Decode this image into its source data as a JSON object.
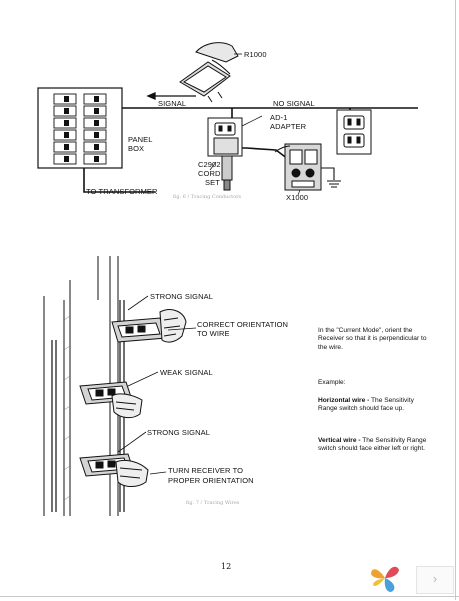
{
  "fig6": {
    "r1000": "R1000",
    "signal": "SIGNAL",
    "no_signal": "NO SIGNAL",
    "panel": "PANEL",
    "box": "BOX",
    "ad1": "AD-1",
    "adapter": "ADAPTER",
    "c2902": "C2902",
    "cord": "CORD",
    "set": "SET",
    "x1000": "X1000",
    "to_transformer": "TO TRANSFORMER",
    "caption": "fig. 6 / Tracing Conductors"
  },
  "fig7": {
    "strong1": "STRONG SIGNAL",
    "correct1": "CORRECT ORIENTATION",
    "correct2": "TO WIRE",
    "weak": "WEAK SIGNAL",
    "strong2": "STRONG SIGNAL",
    "turn1": "TURN RECEIVER TO",
    "turn2": "PROPER ORIENTATION",
    "caption": "fig. 7 / Tracing Wires"
  },
  "instructions": {
    "intro": "In the \"Current Mode\", orient the Receiver so that it is perpendicular to the wire.",
    "example": "Example:",
    "horizontal_head": "Horizontal wire -",
    "horizontal_body": " The Sensitivity Range switch should face up.",
    "vertical_head": "Vertical wire -",
    "vertical_body": " The Sensitivity Range switch should face either left or right."
  },
  "page_number": "12",
  "nav": {
    "next_icon": "›"
  },
  "logo": {
    "colors": [
      "#f0a030",
      "#e24a5a",
      "#4aa0d8"
    ]
  }
}
